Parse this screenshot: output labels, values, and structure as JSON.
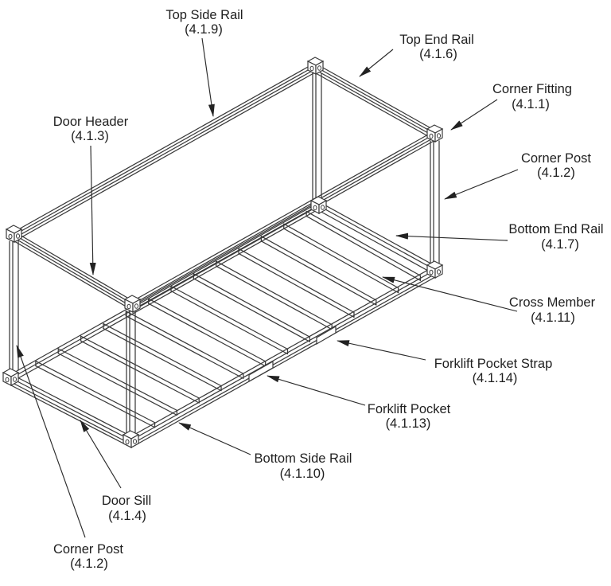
{
  "figure": {
    "type": "technical-diagram",
    "subject": "Container base frame isometric drawing with labeled structural parts",
    "colors": {
      "line": "#3a3a3a",
      "text": "#1f1f1f",
      "background": "#ffffff"
    },
    "parts": [
      {
        "id": "top-side-rail",
        "name": "Top Side Rail",
        "number": "(4.1.9)"
      },
      {
        "id": "top-end-rail",
        "name": "Top End Rail",
        "number": "(4.1.6)"
      },
      {
        "id": "corner-fitting",
        "name": "Corner Fitting",
        "number": "(4.1.1)"
      },
      {
        "id": "corner-post-right",
        "name": "Corner Post",
        "number": "(4.1.2)"
      },
      {
        "id": "bottom-end-rail",
        "name": "Bottom End Rail",
        "number": "(4.1.7)"
      },
      {
        "id": "cross-member",
        "name": "Cross Member",
        "number": "(4.1.11)"
      },
      {
        "id": "forklift-pocket-strap",
        "name": "Forklift Pocket Strap",
        "number": "(4.1.14)"
      },
      {
        "id": "forklift-pocket",
        "name": "Forklift Pocket",
        "number": "(4.1.13)"
      },
      {
        "id": "bottom-side-rail",
        "name": "Bottom Side Rail",
        "number": "(4.1.10)"
      },
      {
        "id": "door-sill",
        "name": "Door Sill",
        "number": "(4.1.4)"
      },
      {
        "id": "corner-post-left",
        "name": "Corner Post",
        "number": "(4.1.2)"
      },
      {
        "id": "door-header",
        "name": "Door Header",
        "number": "(4.1.3)"
      }
    ]
  }
}
